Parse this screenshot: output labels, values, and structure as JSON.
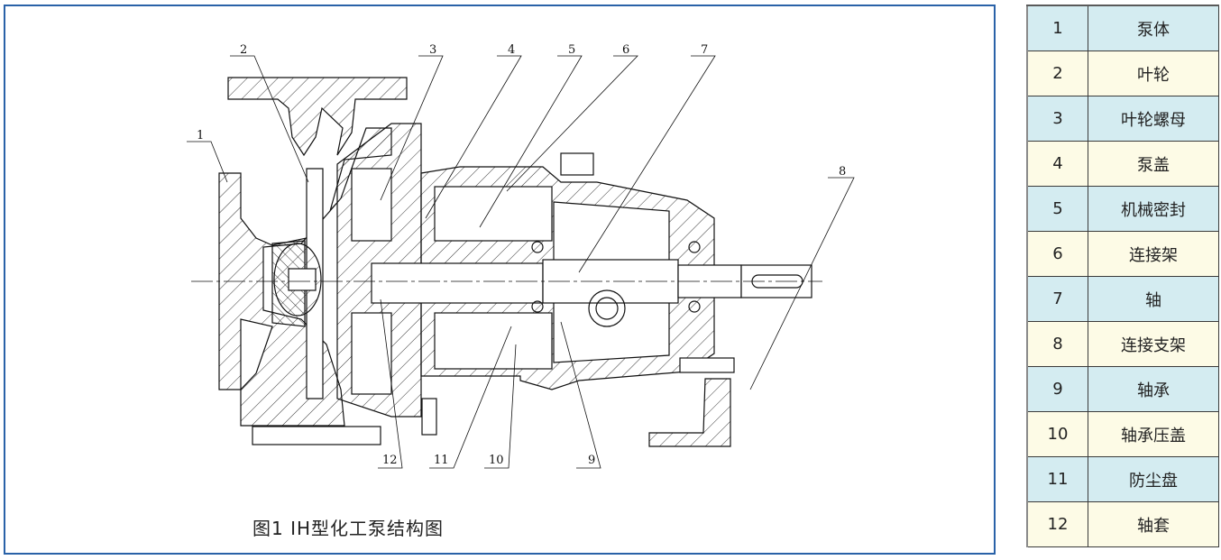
{
  "figure": {
    "caption": "图1 IH型化工泵结构图",
    "callout_numbers": [
      "1",
      "2",
      "3",
      "4",
      "5",
      "6",
      "7",
      "8",
      "9",
      "10",
      "11",
      "12"
    ]
  },
  "legend": {
    "rows": [
      {
        "num": "1",
        "name": "泵体"
      },
      {
        "num": "2",
        "name": "叶轮"
      },
      {
        "num": "3",
        "name": "叶轮螺母"
      },
      {
        "num": "4",
        "name": "泵盖"
      },
      {
        "num": "5",
        "name": "机械密封"
      },
      {
        "num": "6",
        "name": "连接架"
      },
      {
        "num": "7",
        "name": "轴"
      },
      {
        "num": "8",
        "name": "连接支架"
      },
      {
        "num": "9",
        "name": "轴承"
      },
      {
        "num": "10",
        "name": "轴承压盖"
      },
      {
        "num": "11",
        "name": "防尘盘"
      },
      {
        "num": "12",
        "name": "轴套"
      }
    ]
  },
  "colors": {
    "frame_border": "#2a62a8",
    "row_blue": "#d4ecf1",
    "row_cream": "#fdfbe6"
  }
}
